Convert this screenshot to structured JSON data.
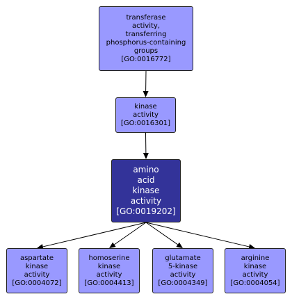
{
  "colors": {
    "node_fill": "#9999ff",
    "focus_fill": "#333399",
    "border": "#1f1f1f",
    "edge": "#000000"
  },
  "nodes": {
    "transferase": "transferase\nactivity,\ntransferring\nphosphorus-containing\ngroups\n[GO:0016772]",
    "kinase": "kinase\nactivity\n[GO:0016301]",
    "amino_acid_kinase": "amino\nacid\nkinase\nactivity\n[GO:0019202]",
    "aspartate": "aspartate\nkinase\nactivity\n[GO:0004072]",
    "homoserine": "homoserine\nkinase\nactivity\n[GO:0004413]",
    "glutamate": "glutamate\n5-kinase\nactivity\n[GO:0004349]",
    "arginine": "arginine\nkinase\nactivity\n[GO:0004054]"
  },
  "edges": [
    [
      "transferase",
      "kinase"
    ],
    [
      "kinase",
      "amino_acid_kinase"
    ],
    [
      "amino_acid_kinase",
      "aspartate"
    ],
    [
      "amino_acid_kinase",
      "homoserine"
    ],
    [
      "amino_acid_kinase",
      "glutamate"
    ],
    [
      "amino_acid_kinase",
      "arginine"
    ]
  ]
}
